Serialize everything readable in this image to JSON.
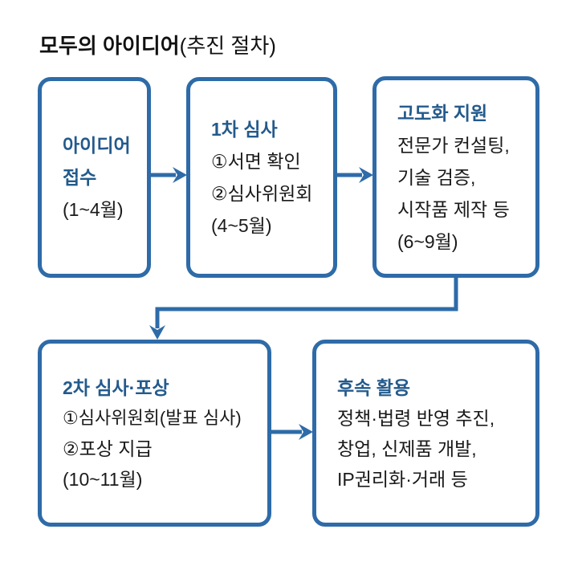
{
  "title": {
    "main": "모두의 아이디어",
    "sub": "(추진 절차)"
  },
  "colors": {
    "accent_border_arrow": "#2E6BA8",
    "heading_text": "#235A8C",
    "body_text": "#1a1a1a",
    "background": "#ffffff",
    "title_text": "#111111"
  },
  "boxes": [
    {
      "id": "idea-submission",
      "heading_lines": [
        "아이디어",
        "접수"
      ],
      "body_lines": [
        "(1~4월)"
      ]
    },
    {
      "id": "first-review",
      "heading_lines": [
        "1차 심사"
      ],
      "body_lines": [
        "①서면 확인",
        "②심사위원회",
        "(4~5월)"
      ]
    },
    {
      "id": "advancement-support",
      "heading_lines": [
        "고도화 지원"
      ],
      "body_lines": [
        "전문가 컨설팅,",
        "기술 검증,",
        "시작품 제작 등",
        "(6~9월)"
      ]
    },
    {
      "id": "second-review-award",
      "heading_lines": [
        "2차 심사·포상"
      ],
      "body_lines": [
        "①심사위원회(발표 심사)",
        "②포상 지급",
        "(10~11월)"
      ]
    },
    {
      "id": "follow-up-use",
      "heading_lines": [
        "후속 활용"
      ],
      "body_lines": [
        "정책·법령 반영 추진,",
        "창업, 신제품 개발,",
        "IP권리화·거래 등"
      ]
    }
  ]
}
